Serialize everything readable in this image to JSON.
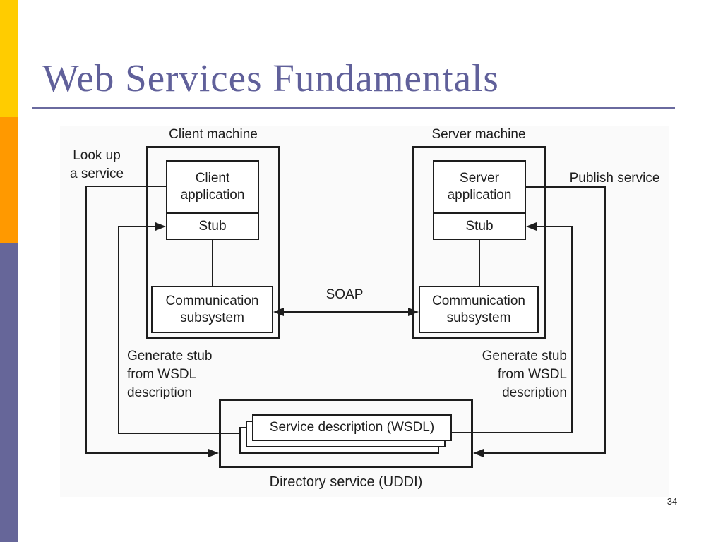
{
  "slide": {
    "title": "Web Services Fundamentals",
    "page_number": "34"
  },
  "colors": {
    "title_text": "#60609A",
    "title_rule": "#6A6A9F",
    "accent_bar_yellow": "#FFCC00",
    "accent_bar_orange": "#FF9900",
    "accent_bar_purple": "#666699",
    "figure_background": "#FAFAFA",
    "diagram_ink": "#1D1D1D"
  },
  "diagram": {
    "client": {
      "machine_label": "Client machine",
      "app_label": "Client\napplication",
      "stub_label": "Stub",
      "comm_label": "Communication\nsubsystem",
      "lookup_label": "Look up\na service",
      "generate_label": "Generate stub\nfrom WSDL\ndescription"
    },
    "server": {
      "machine_label": "Server machine",
      "app_label": "Server\napplication",
      "stub_label": "Stub",
      "comm_label": "Communication\nsubsystem",
      "publish_label": "Publish service",
      "generate_label": "Generate stub\nfrom WSDL\ndescription"
    },
    "middle": {
      "soap_label": "SOAP"
    },
    "directory": {
      "service_description_label": "Service description (WSDL)",
      "directory_label": "Directory service (UDDI)"
    }
  }
}
